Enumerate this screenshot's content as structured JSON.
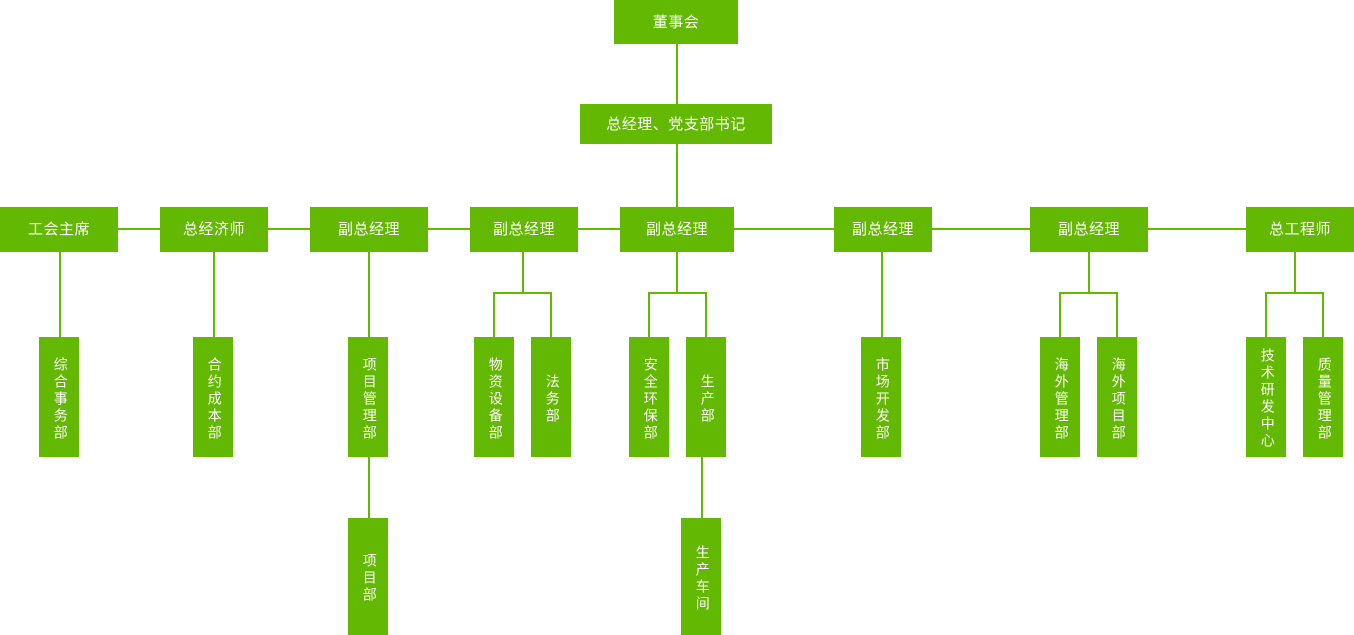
{
  "chart_data": {
    "type": "diagram",
    "title": "组织架构图",
    "theme_color": "#63b802",
    "text_color": "#ffffff",
    "background": "#ffffff",
    "levels": [
      {
        "level": 1,
        "nodes": [
          {
            "id": "board",
            "label": "董事会",
            "orientation": "horizontal"
          }
        ]
      },
      {
        "level": 2,
        "nodes": [
          {
            "id": "gm",
            "label": "总经理、党支部书记",
            "orientation": "horizontal"
          }
        ]
      },
      {
        "level": 3,
        "nodes": [
          {
            "id": "union_chair",
            "label": "工会主席",
            "orientation": "horizontal"
          },
          {
            "id": "chief_economist",
            "label": "总经济师",
            "orientation": "horizontal"
          },
          {
            "id": "vgm1",
            "label": "副总经理",
            "orientation": "horizontal"
          },
          {
            "id": "vgm2",
            "label": "副总经理",
            "orientation": "horizontal"
          },
          {
            "id": "vgm3",
            "label": "副总经理",
            "orientation": "horizontal"
          },
          {
            "id": "vgm4",
            "label": "副总经理",
            "orientation": "horizontal"
          },
          {
            "id": "vgm5",
            "label": "副总经理",
            "orientation": "horizontal"
          },
          {
            "id": "chief_engineer",
            "label": "总工程师",
            "orientation": "horizontal"
          }
        ]
      },
      {
        "level": 4,
        "nodes": [
          {
            "id": "general_affairs",
            "label": "综合事务部",
            "orientation": "vertical",
            "parent": "union_chair"
          },
          {
            "id": "contract_cost",
            "label": "合约成本部",
            "orientation": "vertical",
            "parent": "chief_economist"
          },
          {
            "id": "project_mgmt",
            "label": "项目管理部",
            "orientation": "vertical",
            "parent": "vgm1"
          },
          {
            "id": "materials_equip",
            "label": "物资设备部",
            "orientation": "vertical",
            "parent": "vgm2"
          },
          {
            "id": "legal",
            "label": "法务部",
            "orientation": "vertical",
            "parent": "vgm2"
          },
          {
            "id": "safety_env",
            "label": "安全环保部",
            "orientation": "vertical",
            "parent": "vgm3"
          },
          {
            "id": "production",
            "label": "生产部",
            "orientation": "vertical",
            "parent": "vgm3"
          },
          {
            "id": "market_dev",
            "label": "市场开发部",
            "orientation": "vertical",
            "parent": "vgm4"
          },
          {
            "id": "overseas_mgmt",
            "label": "海外管理部",
            "orientation": "vertical",
            "parent": "vgm5"
          },
          {
            "id": "overseas_proj",
            "label": "海外项目部",
            "orientation": "vertical",
            "parent": "vgm5"
          },
          {
            "id": "tech_rd",
            "label": "技术研发中心",
            "orientation": "vertical",
            "parent": "chief_engineer"
          },
          {
            "id": "quality_mgmt",
            "label": "质量管理部",
            "orientation": "vertical",
            "parent": "chief_engineer"
          }
        ]
      },
      {
        "level": 5,
        "nodes": [
          {
            "id": "project_dept",
            "label": "项目部",
            "orientation": "vertical",
            "parent": "project_mgmt"
          },
          {
            "id": "prod_workshop",
            "label": "生产车间",
            "orientation": "vertical",
            "parent": "production"
          }
        ]
      }
    ]
  },
  "nodes": {
    "board": "董事会",
    "gm": "总经理、党支部书记",
    "union_chair": "工会主席",
    "chief_economist": "总经济师",
    "vgm1": "副总经理",
    "vgm2": "副总经理",
    "vgm3": "副总经理",
    "vgm4": "副总经理",
    "vgm5": "副总经理",
    "chief_engineer": "总工程师",
    "general_affairs": "综合事务部",
    "contract_cost": "合约成本部",
    "project_mgmt": "项目管理部",
    "materials_equip": "物资设备部",
    "legal": "法务部",
    "safety_env": "安全环保部",
    "production": "生产部",
    "market_dev": "市场开发部",
    "overseas_mgmt": "海外管理部",
    "overseas_proj": "海外项目部",
    "tech_rd": "技术研发中心",
    "quality_mgmt": "质量管理部",
    "project_dept": "项目部",
    "prod_workshop": "生产车间"
  }
}
